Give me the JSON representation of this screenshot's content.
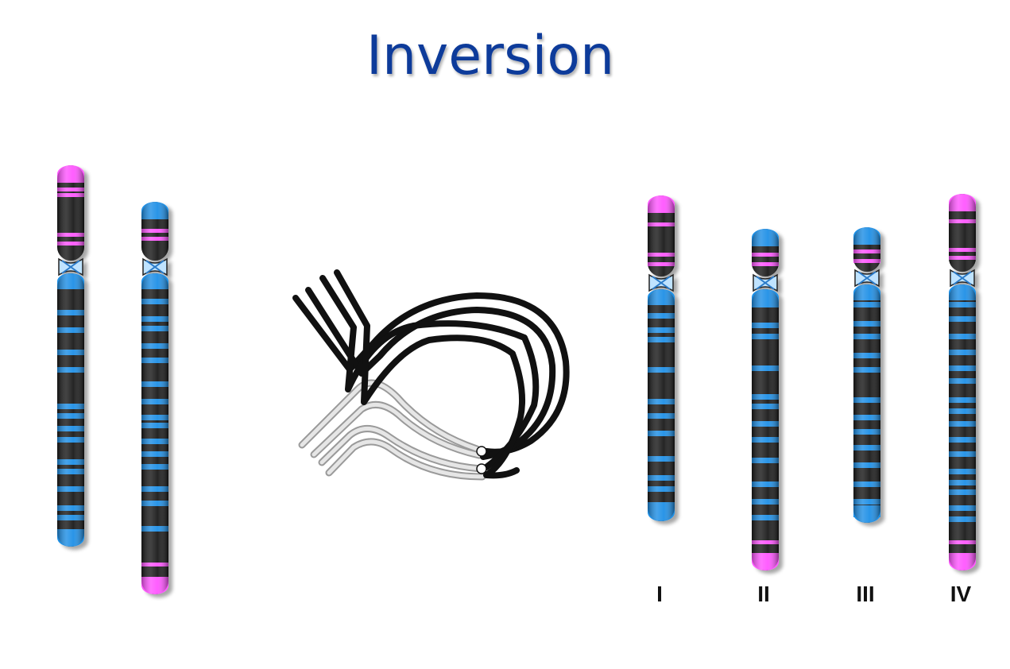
{
  "title": "Inversion",
  "colors": {
    "title": "#0c3a9a",
    "chromosome_body": "#1a1a1a",
    "band_blue": "#1e8fe6",
    "band_magenta": "#ff55ff",
    "strand_dark": "#111111",
    "strand_light": "#d8d8d8"
  },
  "chromosomes": [
    {
      "label": "",
      "role": "normal"
    },
    {
      "label": "",
      "role": "inverted"
    },
    {
      "label": "I",
      "role": "product"
    },
    {
      "label": "II",
      "role": "product"
    },
    {
      "label": "III",
      "role": "product"
    },
    {
      "label": "IV",
      "role": "product"
    }
  ],
  "pairing_diagram": {
    "icon": "inversion-loop-icon",
    "strands": 4
  }
}
